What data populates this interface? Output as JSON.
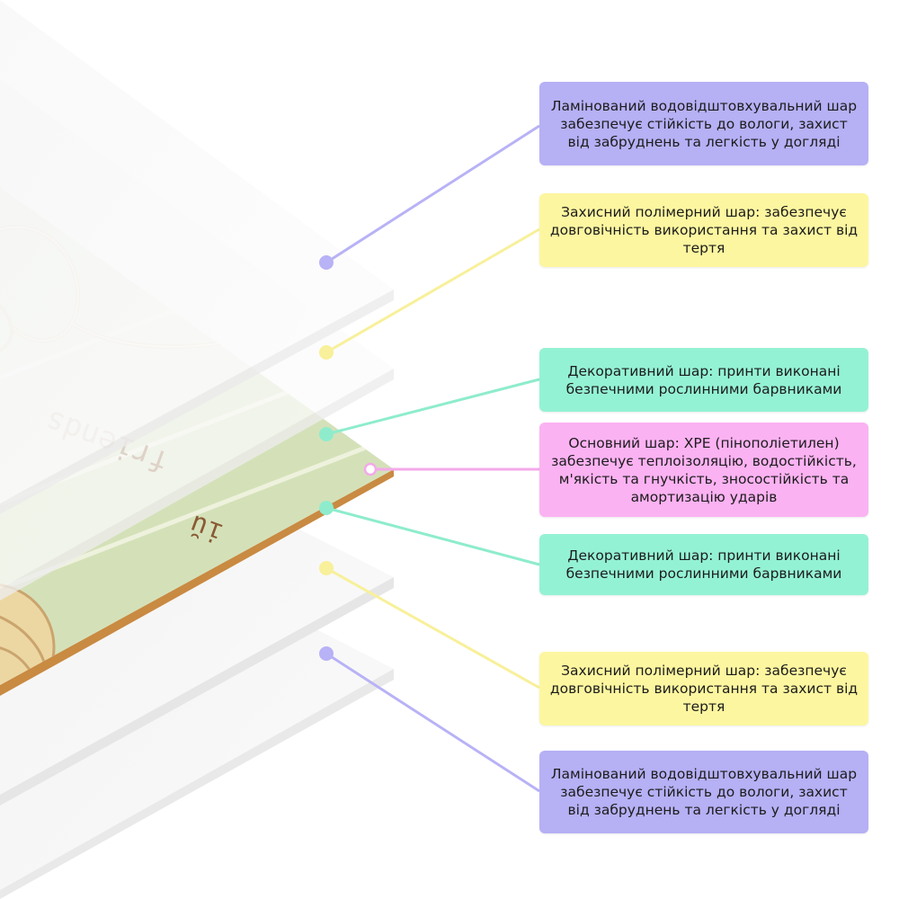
{
  "mat_print_text": {
    "word_1": "friends",
    "word_2": "iŭ"
  },
  "callouts": [
    {
      "id": "c1",
      "text": "Ламінований водовідштовхувальний шар забезпечує стійкість до вологи, захист від забруднень та легкість у догляді",
      "bg": "#b6b0f5",
      "line": "#b8b2f6"
    },
    {
      "id": "c2",
      "text": "Захисний полімерний шар: забезпечує довговічність використання та захист від тертя",
      "bg": "#fdf6a0",
      "line": "#f8f09a"
    },
    {
      "id": "c3",
      "text": "Декоративний шар: принти виконані безпечними рослинними барвниками",
      "bg": "#94f2d4",
      "line": "#8eeccd"
    },
    {
      "id": "c4",
      "text": "Основний шар: XPE (пінополіетилен) забезпечує теплоізоляцію, водостійкість, м'якість та гнучкість, зносостійкість та амортизацію ударів",
      "bg": "#fbb2f2",
      "line": "#f4a9ea"
    },
    {
      "id": "c5",
      "text": "Декоративний шар: принти виконані безпечними рослинними барвниками",
      "bg": "#94f2d4",
      "line": "#8eeccd"
    },
    {
      "id": "c6",
      "text": "Захисний полімерний шар: забезпечує довговічність використання та захист від тертя",
      "bg": "#fdf6a0",
      "line": "#f8f09a"
    },
    {
      "id": "c7",
      "text": "Ламінований водовідштовхувальний шар забезпечує стійкість до вологи, захист від забруднень та легкість у догляді",
      "bg": "#b6b0f5",
      "line": "#b8b2f6"
    }
  ]
}
